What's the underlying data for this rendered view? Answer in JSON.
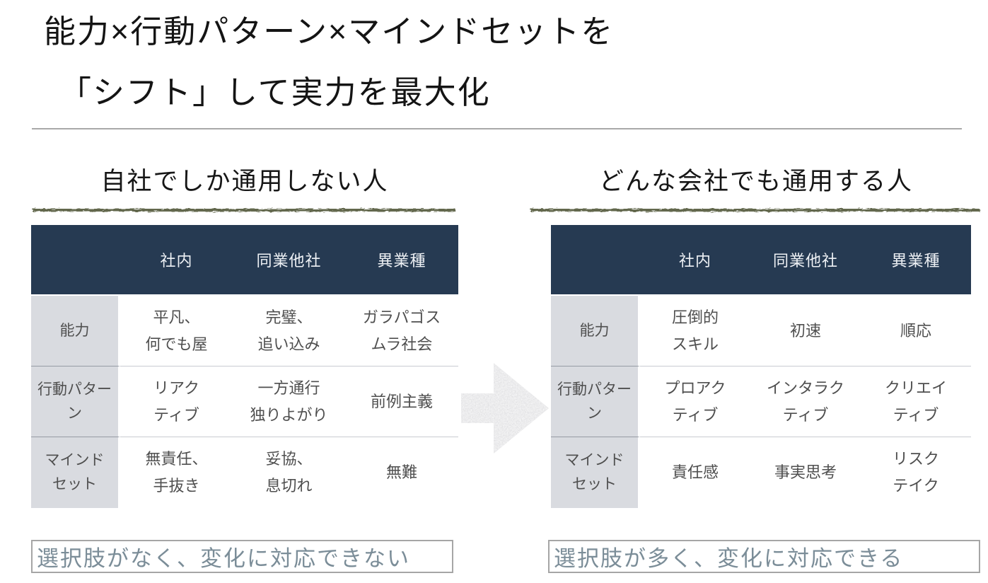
{
  "slide": {
    "title_line1": "能力×行動パターン×マインドセットを",
    "title_line2": "「シフト」して実力を最大化"
  },
  "colors": {
    "table_header_bg": "#263a52",
    "table_header_text": "#eef1f5",
    "row_label_bg": "#d9dbe0",
    "body_text": "#4f4f4f",
    "scribble_underline": "#64684d",
    "callout_text": "#7b8d98",
    "callout_border": "#a6a6a6",
    "arrow_fill": "#e7e7e8",
    "divider": "#a9a9a9"
  },
  "icons": {
    "arrow": "right-arrow",
    "underline": "scribble-underline"
  },
  "panels": [
    {
      "heading": "自社でしか通用しない人",
      "table": {
        "corner": "",
        "columns": [
          "社内",
          "同業他社",
          "異業種"
        ],
        "rows": [
          {
            "label": "能力",
            "cells": [
              "平凡、\n何でも屋",
              "完璧、\n追い込み",
              "ガラパゴス\nムラ社会"
            ]
          },
          {
            "label": "行動パター\nン",
            "cells": [
              "リアク\nティブ",
              "一方通行\n独りよがり",
              "前例主義"
            ]
          },
          {
            "label": "マインド\nセット",
            "cells": [
              "無責任、\n手抜き",
              "妥協、\n息切れ",
              "無難"
            ]
          }
        ]
      },
      "callout": "選択肢がなく、変化に対応できない"
    },
    {
      "heading": "どんな会社でも通用する人",
      "table": {
        "corner": "",
        "columns": [
          "社内",
          "同業他社",
          "異業種"
        ],
        "rows": [
          {
            "label": "能力",
            "cells": [
              "圧倒的\nスキル",
              "初速",
              "順応"
            ]
          },
          {
            "label": "行動パター\nン",
            "cells": [
              "プロアク\nティブ",
              "インタラク\nティブ",
              "クリエイ\nティブ"
            ]
          },
          {
            "label": "マインド\nセット",
            "cells": [
              "責任感",
              "事実思考",
              "リスク\nテイク"
            ]
          }
        ]
      },
      "callout": "選択肢が多く、変化に対応できる"
    }
  ]
}
